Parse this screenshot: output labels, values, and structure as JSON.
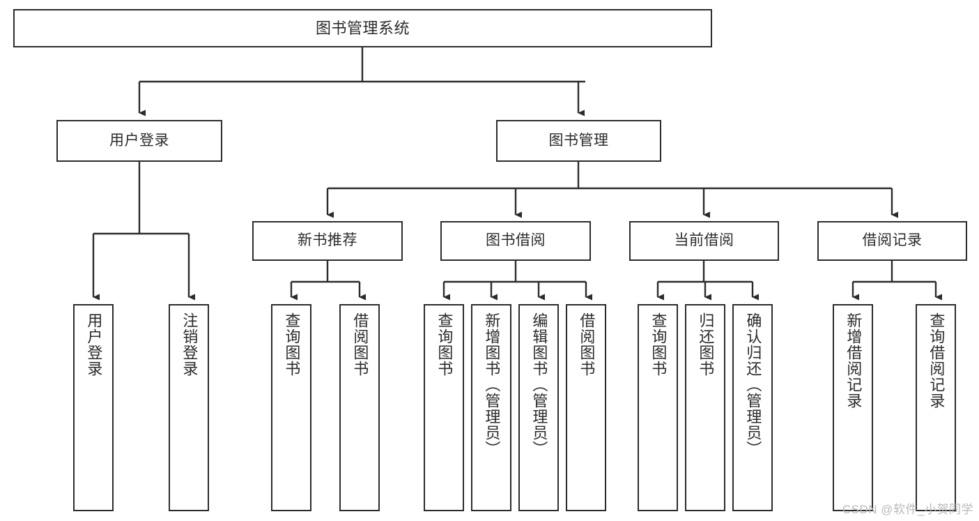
{
  "diagram": {
    "title": "图书管理系统",
    "type": "tree-hierarchy",
    "watermark": "CSDN @软件_小贺同学",
    "colors": {
      "stroke": "#2b2b2b",
      "fill": "#ffffff",
      "text": "#2b2b2b",
      "watermark": "#b9b9b9"
    },
    "nodes": {
      "root": {
        "label": "图书管理系统"
      },
      "level1": [
        {
          "label": "用户登录"
        },
        {
          "label": "图书管理"
        }
      ],
      "level2": [
        {
          "label": "新书推荐"
        },
        {
          "label": "图书借阅"
        },
        {
          "label": "当前借阅"
        },
        {
          "label": "借阅记录"
        }
      ],
      "leaves": {
        "user_login": [
          {
            "label": "用户登录"
          },
          {
            "label": "注销登录"
          }
        ],
        "new_book_recommend": [
          {
            "label": "查询图书"
          },
          {
            "label": "借阅图书"
          }
        ],
        "book_borrow": [
          {
            "label": "查询图书"
          },
          {
            "label": "新增图书（管理员）"
          },
          {
            "label": "编辑图书（管理员）"
          },
          {
            "label": "借阅图书"
          }
        ],
        "current_borrow": [
          {
            "label": "查询图书"
          },
          {
            "label": "归还图书"
          },
          {
            "label": "确认归还（管理员）"
          }
        ],
        "borrow_record": [
          {
            "label": "新增借阅记录"
          },
          {
            "label": "查询借阅记录"
          }
        ]
      }
    }
  }
}
